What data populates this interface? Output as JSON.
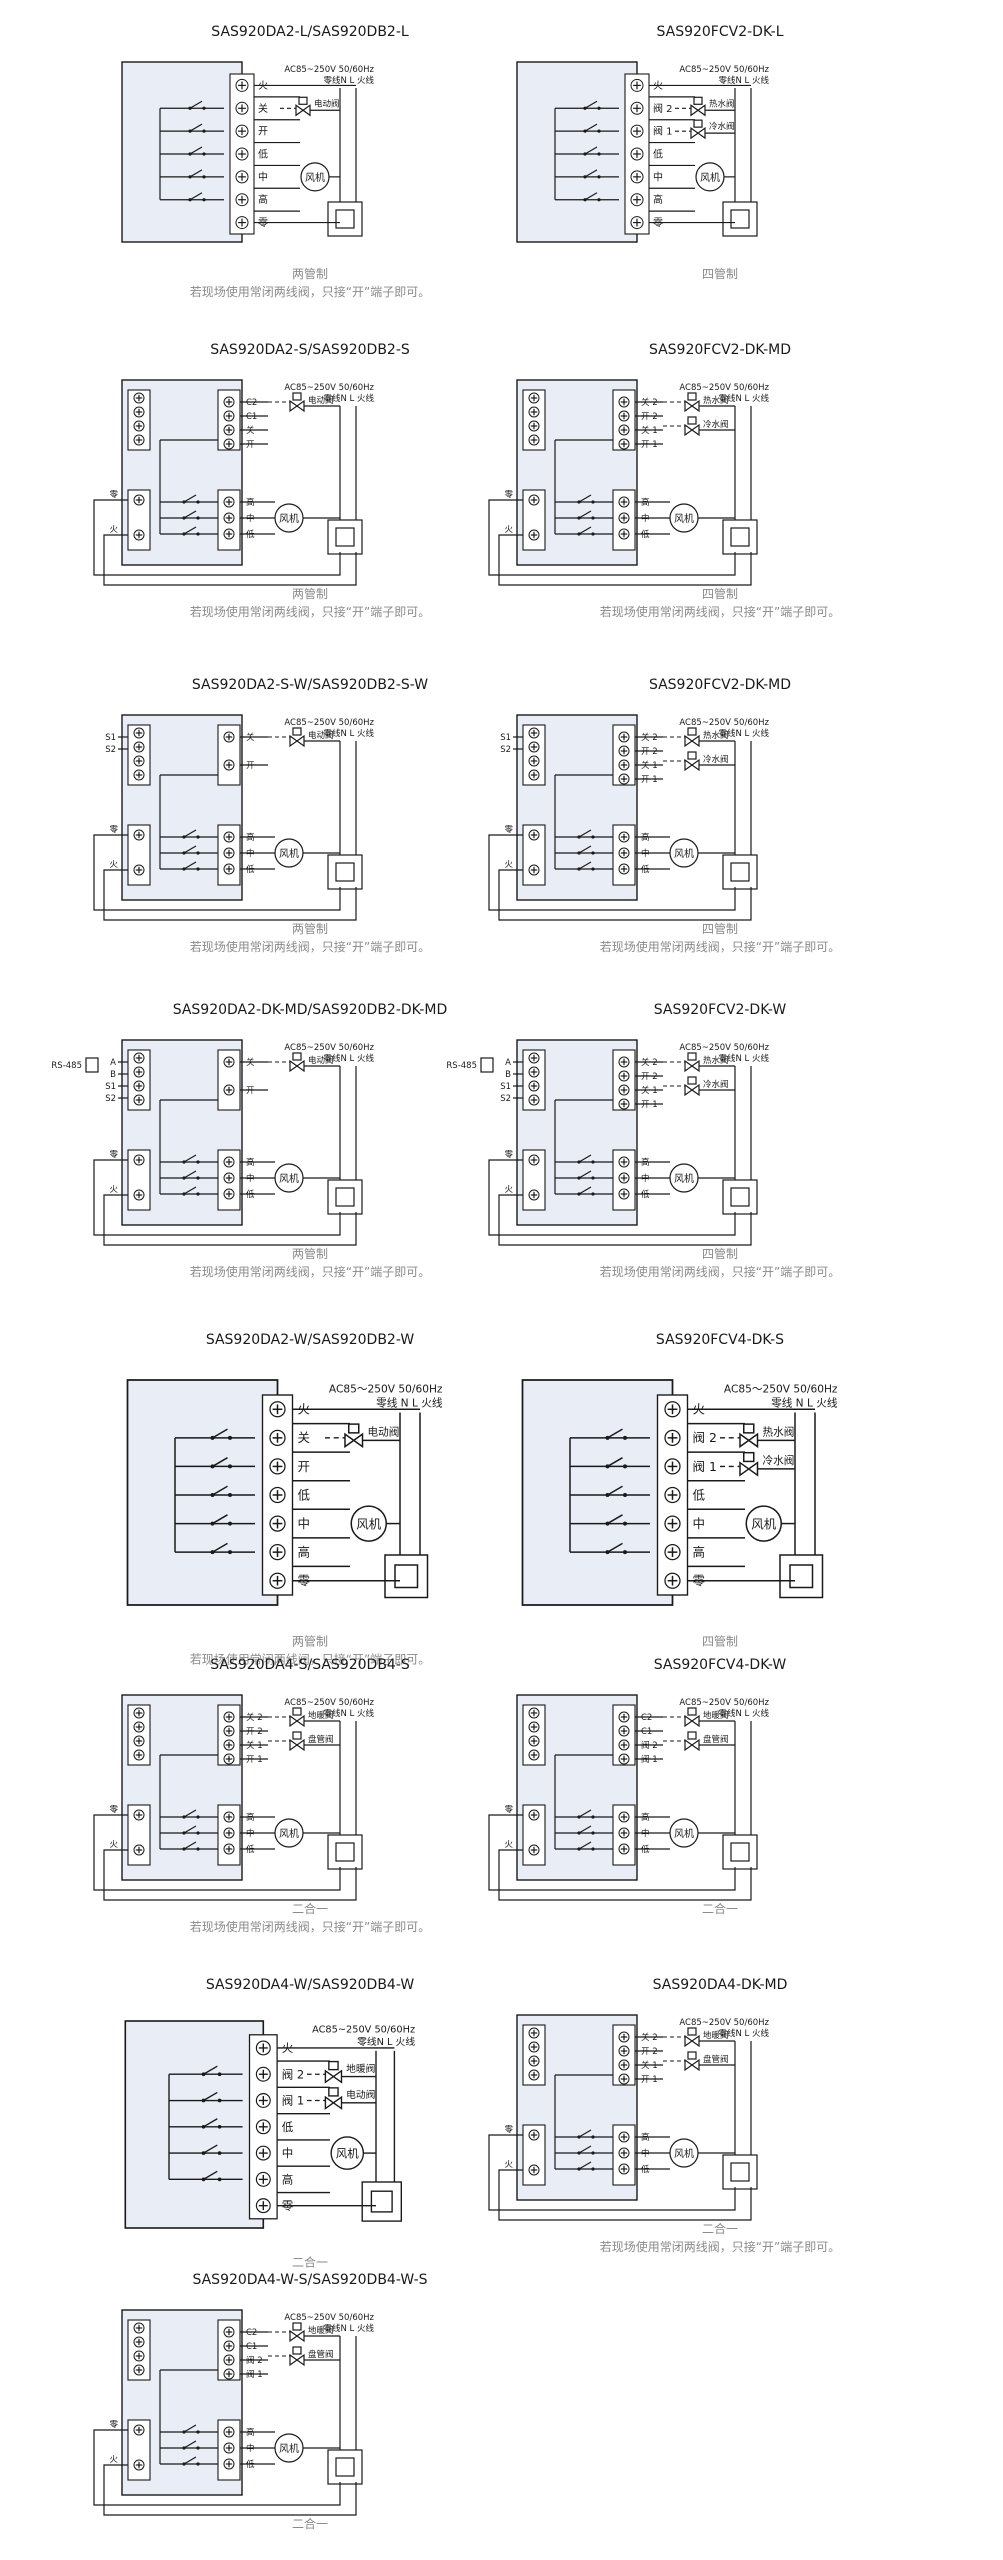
{
  "diagrams": [
    {
      "title": "SAS920DA2-L/SAS920DB2-L",
      "captions": [
        "两管制",
        "若现场使用常闭两线阀，只接“开”端子即可。"
      ],
      "power": [
        "AC85~250V  50/60Hz",
        "零线N  L 火线"
      ],
      "terms": [
        "火",
        "关",
        "开",
        "低",
        "中",
        "高",
        "零"
      ],
      "valves": [
        "电动阀"
      ],
      "fan": "风机"
    },
    {
      "title": "SAS920FCV2-DK-L",
      "captions": [
        "四管制"
      ],
      "power": [
        "AC85~250V  50/60Hz",
        "零线N  L 火线"
      ],
      "terms": [
        "火",
        "阀 2",
        "阀 1",
        "低",
        "中",
        "高",
        "零"
      ],
      "valves": [
        "热水阀",
        "冷水阀"
      ],
      "fan": "风机"
    },
    {
      "title": "SAS920DA2-S/SAS920DB2-S",
      "captions": [
        "两管制",
        "若现场使用常闭两线阀，只接“开”端子即可。"
      ],
      "power": [
        "AC85~250V  50/60Hz",
        "零线N  L 火线"
      ],
      "upper": [
        "C2",
        "C1",
        "关",
        "开"
      ],
      "lower": [
        "高",
        "中",
        "低"
      ],
      "side": [
        "零",
        "火"
      ],
      "valves": [
        "电动阀"
      ],
      "fan": "风机"
    },
    {
      "title": "SAS920FCV2-DK-MD",
      "captions": [
        "四管制",
        "若现场使用常闭两线阀，只接“开”端子即可。"
      ],
      "power": [
        "AC85~250V  50/60Hz",
        "零线N  L 火线"
      ],
      "upper": [
        "关 2",
        "开 2",
        "关 1",
        "开 1"
      ],
      "lower": [
        "高",
        "中",
        "低"
      ],
      "side": [
        "零",
        "火"
      ],
      "valves": [
        "热水阀",
        "冷水阀"
      ],
      "fan": "风机"
    },
    {
      "title": "SAS920DA2-S-W/SAS920DB2-S-W",
      "captions": [
        "两管制",
        "若现场使用常闭两线阀，只接“开”端子即可。"
      ],
      "power": [
        "AC85~250V  50/60Hz",
        "零线N  L 火线"
      ],
      "upper": [
        "关",
        "开"
      ],
      "lower": [
        "高",
        "中",
        "低"
      ],
      "side": [
        "零",
        "火"
      ],
      "sensor": [
        "S1",
        "S2"
      ],
      "valves": [
        "电动阀"
      ],
      "fan": "风机"
    },
    {
      "title": "SAS920FCV2-DK-MD",
      "captions": [
        "四管制",
        "若现场使用常闭两线阀，只接“开”端子即可。"
      ],
      "power": [
        "AC85~250V  50/60Hz",
        "零线N  L 火线"
      ],
      "upper": [
        "关 2",
        "开 2",
        "关 1",
        "开 1"
      ],
      "lower": [
        "高",
        "中",
        "低"
      ],
      "side": [
        "零",
        "火"
      ],
      "sensor": [
        "S1",
        "S2"
      ],
      "valves": [
        "热水阀",
        "冷水阀"
      ],
      "fan": "风机"
    },
    {
      "title": "SAS920DA2-DK-MD/SAS920DB2-DK-MD",
      "captions": [
        "两管制",
        "若现场使用常闭两线阀，只接“开”端子即可。"
      ],
      "power": [
        "AC85~250V  50/60Hz",
        "零线N  L 火线"
      ],
      "upper": [
        "关",
        "开"
      ],
      "lower": [
        "高",
        "中",
        "低"
      ],
      "side": [
        "零",
        "火"
      ],
      "sensor": [
        "A",
        "B",
        "S1",
        "S2"
      ],
      "rs": "RS-485",
      "valves": [
        "电动阀"
      ],
      "fan": "风机"
    },
    {
      "title": "SAS920FCV2-DK-W",
      "captions": [
        "四管制",
        "若现场使用常闭两线阀，只接“开”端子即可。"
      ],
      "power": [
        "AC85~250V  50/60Hz",
        "零线N  L 火线"
      ],
      "upper": [
        "关 2",
        "开 2",
        "关 1",
        "开 1"
      ],
      "lower": [
        "高",
        "中",
        "低"
      ],
      "side": [
        "零",
        "火"
      ],
      "sensor": [
        "A",
        "B",
        "S1",
        "S2"
      ],
      "rs": "RS-485",
      "valves": [
        "热水阀",
        "冷水阀"
      ],
      "fan": "风机"
    },
    {
      "title": "SAS920DA2-W/SAS920DB2-W",
      "captions": [
        "两管制",
        "若现场使用常闭两线阀，只接“开”端子即可。"
      ],
      "power": [
        "AC85～250V  50/60Hz",
        "零线 N  L 火线"
      ],
      "terms": [
        "火",
        "关",
        "开",
        "低",
        "中",
        "高",
        "零"
      ],
      "valves": [
        "电动阀"
      ],
      "fan": "风机"
    },
    {
      "title": "SAS920FCV4-DK-S",
      "captions": [
        "四管制"
      ],
      "power": [
        "AC85～250V  50/60Hz",
        "零线 N  L 火线"
      ],
      "terms": [
        "火",
        "阀 2",
        "阀 1",
        "低",
        "中",
        "高",
        "零"
      ],
      "valves": [
        "热水阀",
        "冷水阀"
      ],
      "fan": "风机"
    },
    {
      "title": "SAS920DA4-S/SAS920DB4-S",
      "captions": [
        "二合一",
        "若现场使用常闭两线阀，只接“开”端子即可。"
      ],
      "power": [
        "AC85~250V  50/60Hz",
        "零线N  L 火线"
      ],
      "upper": [
        "关 2",
        "开 2",
        "关 1",
        "开 1"
      ],
      "lower": [
        "高",
        "中",
        "低"
      ],
      "side": [
        "零",
        "火"
      ],
      "valves": [
        "地暖阀",
        "盘管阀"
      ],
      "fan": "风机"
    },
    {
      "title": "SAS920FCV4-DK-W",
      "captions": [
        "二合一"
      ],
      "power": [
        "AC85~250V  50/60Hz",
        "零线N  L 火线"
      ],
      "upper": [
        "C2",
        "C1",
        "阀 2",
        "阀 1"
      ],
      "lower": [
        "高",
        "中",
        "低"
      ],
      "side": [
        "零",
        "火"
      ],
      "valves": [
        "地暖阀",
        "盘管阀"
      ],
      "fan": "风机"
    },
    {
      "title": "SAS920DA4-W/SAS920DB4-W",
      "captions": [
        "二合一"
      ],
      "power": [
        "AC85~250V  50/60Hz",
        "零线N  L 火线"
      ],
      "terms": [
        "火",
        "阀 2",
        "阀 1",
        "低",
        "中",
        "高",
        "零"
      ],
      "valves": [
        "地暖阀",
        "电动阀"
      ],
      "fan": "风机"
    },
    {
      "title": "SAS920DA4-DK-MD",
      "captions": [
        "二合一",
        "若现场使用常闭两线阀，只接“开”端子即可。"
      ],
      "power": [
        "AC85~250V  50/60Hz",
        "零线N  L 火线"
      ],
      "upper": [
        "关 2",
        "开 2",
        "关 1",
        "开 1"
      ],
      "lower": [
        "高",
        "中",
        "低"
      ],
      "side": [
        "零",
        "火"
      ],
      "valves": [
        "地暖阀",
        "盘管阀"
      ],
      "fan": "风机"
    },
    {
      "title": "SAS920DA4-W-S/SAS920DB4-W-S",
      "captions": [
        "二合一"
      ],
      "power": [
        "AC85~250V  50/60Hz",
        "零线N  L 火线"
      ],
      "upper": [
        "C2",
        "C1",
        "阀 2",
        "阀 1"
      ],
      "lower": [
        "高",
        "中",
        "低"
      ],
      "side": [
        "零",
        "火"
      ],
      "valves": [
        "地暖阀",
        "盘管阀"
      ],
      "fan": "风机"
    }
  ]
}
